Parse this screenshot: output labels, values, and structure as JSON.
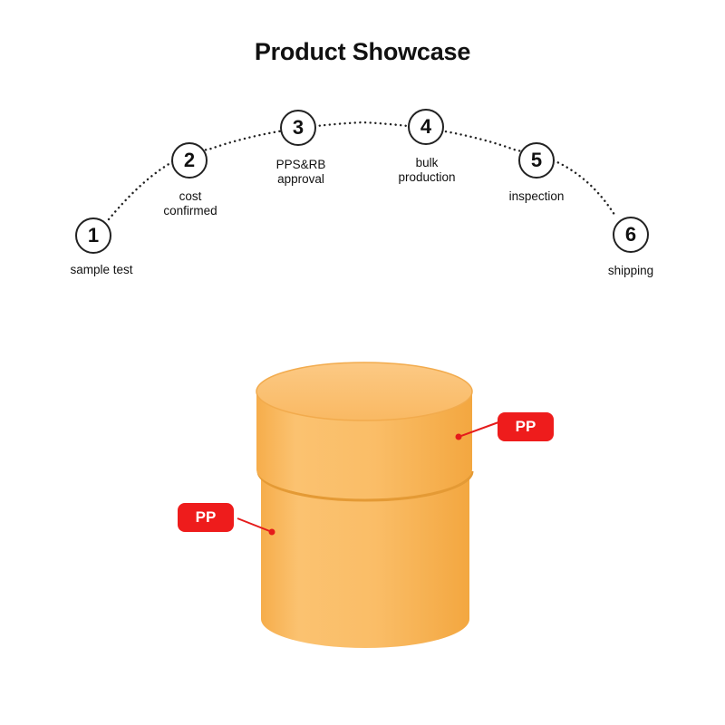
{
  "title": "Product Showcase",
  "steps": [
    {
      "number": "1",
      "label": "sample test"
    },
    {
      "number": "2",
      "label": "cost\nconfirmed"
    },
    {
      "number": "3",
      "label": "PPS&RB\napproval"
    },
    {
      "number": "4",
      "label": "bulk\nproduction"
    },
    {
      "number": "5",
      "label": "inspection"
    },
    {
      "number": "6",
      "label": "shipping"
    }
  ],
  "tags": {
    "cap": "PP",
    "jar": "PP"
  },
  "colors": {
    "jar": "#f9b75a",
    "jar_highlight": "#fbc676",
    "tag": "#ee1c1c",
    "accent_line": "#e51b1b"
  }
}
